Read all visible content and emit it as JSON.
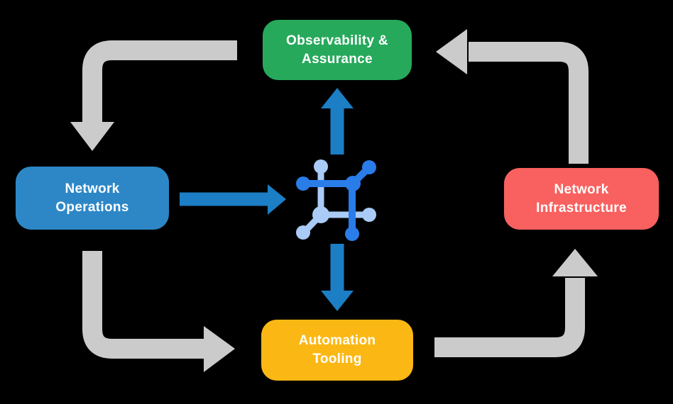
{
  "canvas": {
    "background": "#000000"
  },
  "nodes": {
    "observability": {
      "label": "Observability &\nAssurance",
      "color": "#27A95C"
    },
    "operations": {
      "label": "Network\nOperations",
      "color": "#2D87C7"
    },
    "infrastructure": {
      "label": "Network\nInfrastructure",
      "color": "#F8615F"
    },
    "automation": {
      "label": "Automation\nTooling",
      "color": "#FBB814"
    }
  },
  "arrows": {
    "cycle_color": "#CBCBCB",
    "flow_color": "#1C7EC5"
  },
  "center_icon": {
    "name": "network-automation-icon",
    "dark_blue": "#2A7CE8",
    "light_blue": "#A9CBF6"
  }
}
